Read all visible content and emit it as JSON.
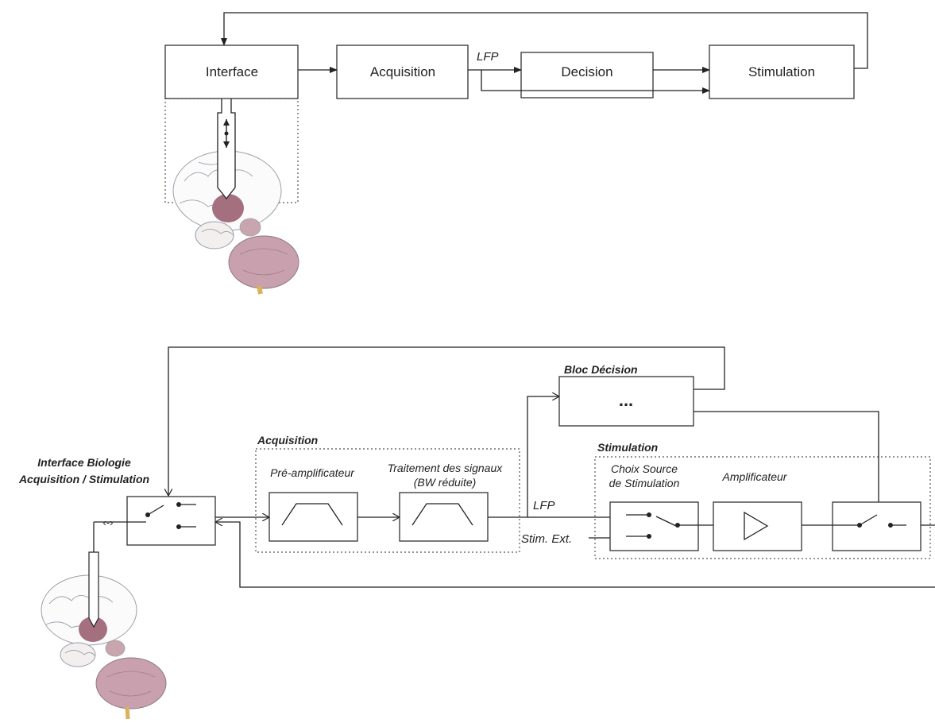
{
  "top": {
    "blocks": [
      "Interface",
      "Acquisition",
      "Decision",
      "Stimulation"
    ],
    "lfp_label": "LFP"
  },
  "bottom": {
    "interface_title_1": "Interface Biologie",
    "interface_title_2": "Acquisition / Stimulation",
    "acquisition_title": "Acquisition",
    "preamp_label": "Pré-amplificateur",
    "traitement_label_1": "Traitement des signaux",
    "traitement_label_2": "(BW réduite)",
    "decision_title": "Bloc Décision",
    "decision_content": "...",
    "stimulation_title": "Stimulation",
    "choix_label_1": "Choix Source",
    "choix_label_2": "de Stimulation",
    "ampli_label": "Amplificateur",
    "lfp_label": "LFP",
    "stim_ext_label": "Stim. Ext."
  },
  "colors": {
    "line": "#222222",
    "brain_tissue": "#b07a8a",
    "brain_outline": "#9aa0a8"
  }
}
